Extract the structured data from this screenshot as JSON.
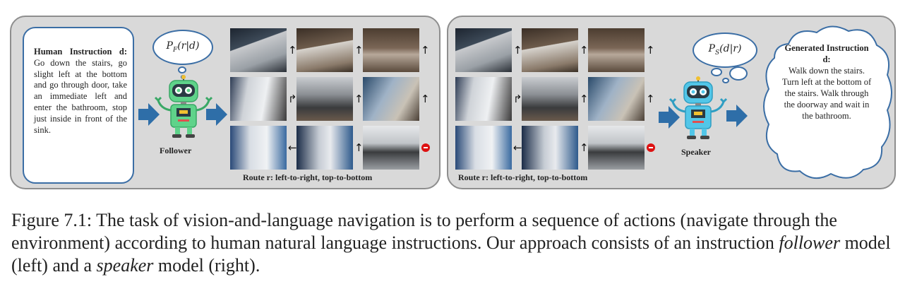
{
  "left_panel": {
    "instruction_title": "Human Instruction d:",
    "instruction_text": "Go down the stairs, go slight left at the bottom and go through door, take an immediate left and enter the bathroom, stop just inside in front of the sink.",
    "bubble_formula": "P_F(r|d)",
    "bubble_formula_main": "P",
    "bubble_formula_sub": "F",
    "bubble_formula_rest": "(r|d)",
    "robot_label": "Follower",
    "route_caption": "Route r: left-to-right, top-to-bottom",
    "actions": [
      "↑",
      "↑",
      "↑",
      "↱",
      "↑",
      "↑",
      "←",
      "↑",
      "stop"
    ],
    "robot_color": "#5fd38a"
  },
  "right_panel": {
    "bubble_formula": "P_S(d|r)",
    "bubble_formula_main": "P",
    "bubble_formula_sub": "S",
    "bubble_formula_rest": "(d|r)",
    "robot_label": "Speaker",
    "route_caption": "Route r: left-to-right, top-to-bottom",
    "actions": [
      "↑",
      "↑",
      "↑",
      "↱",
      "↑",
      "↑",
      "←",
      "↑",
      "stop"
    ],
    "generated_title": "Generated Instruction d:",
    "generated_text": "Walk down the stairs. Turn left at the bottom of the stairs. Walk through the doorway and wait in the bathroom.",
    "robot_color": "#52c6e8"
  },
  "caption": {
    "text_1": "Figure 7.1: The task of vision-and-language navigation is to perform a sequence of actions (navigate through the environment) according to human natural language instructions. Our approach consists of an instruction ",
    "em_1": "follower",
    "text_2": " model (left) and a ",
    "em_2": "speaker",
    "text_3": " model (right)."
  },
  "colors": {
    "panel_bg": "#d9d9d9",
    "accent_blue": "#2e6ea8",
    "stop_red": "#d11111"
  }
}
